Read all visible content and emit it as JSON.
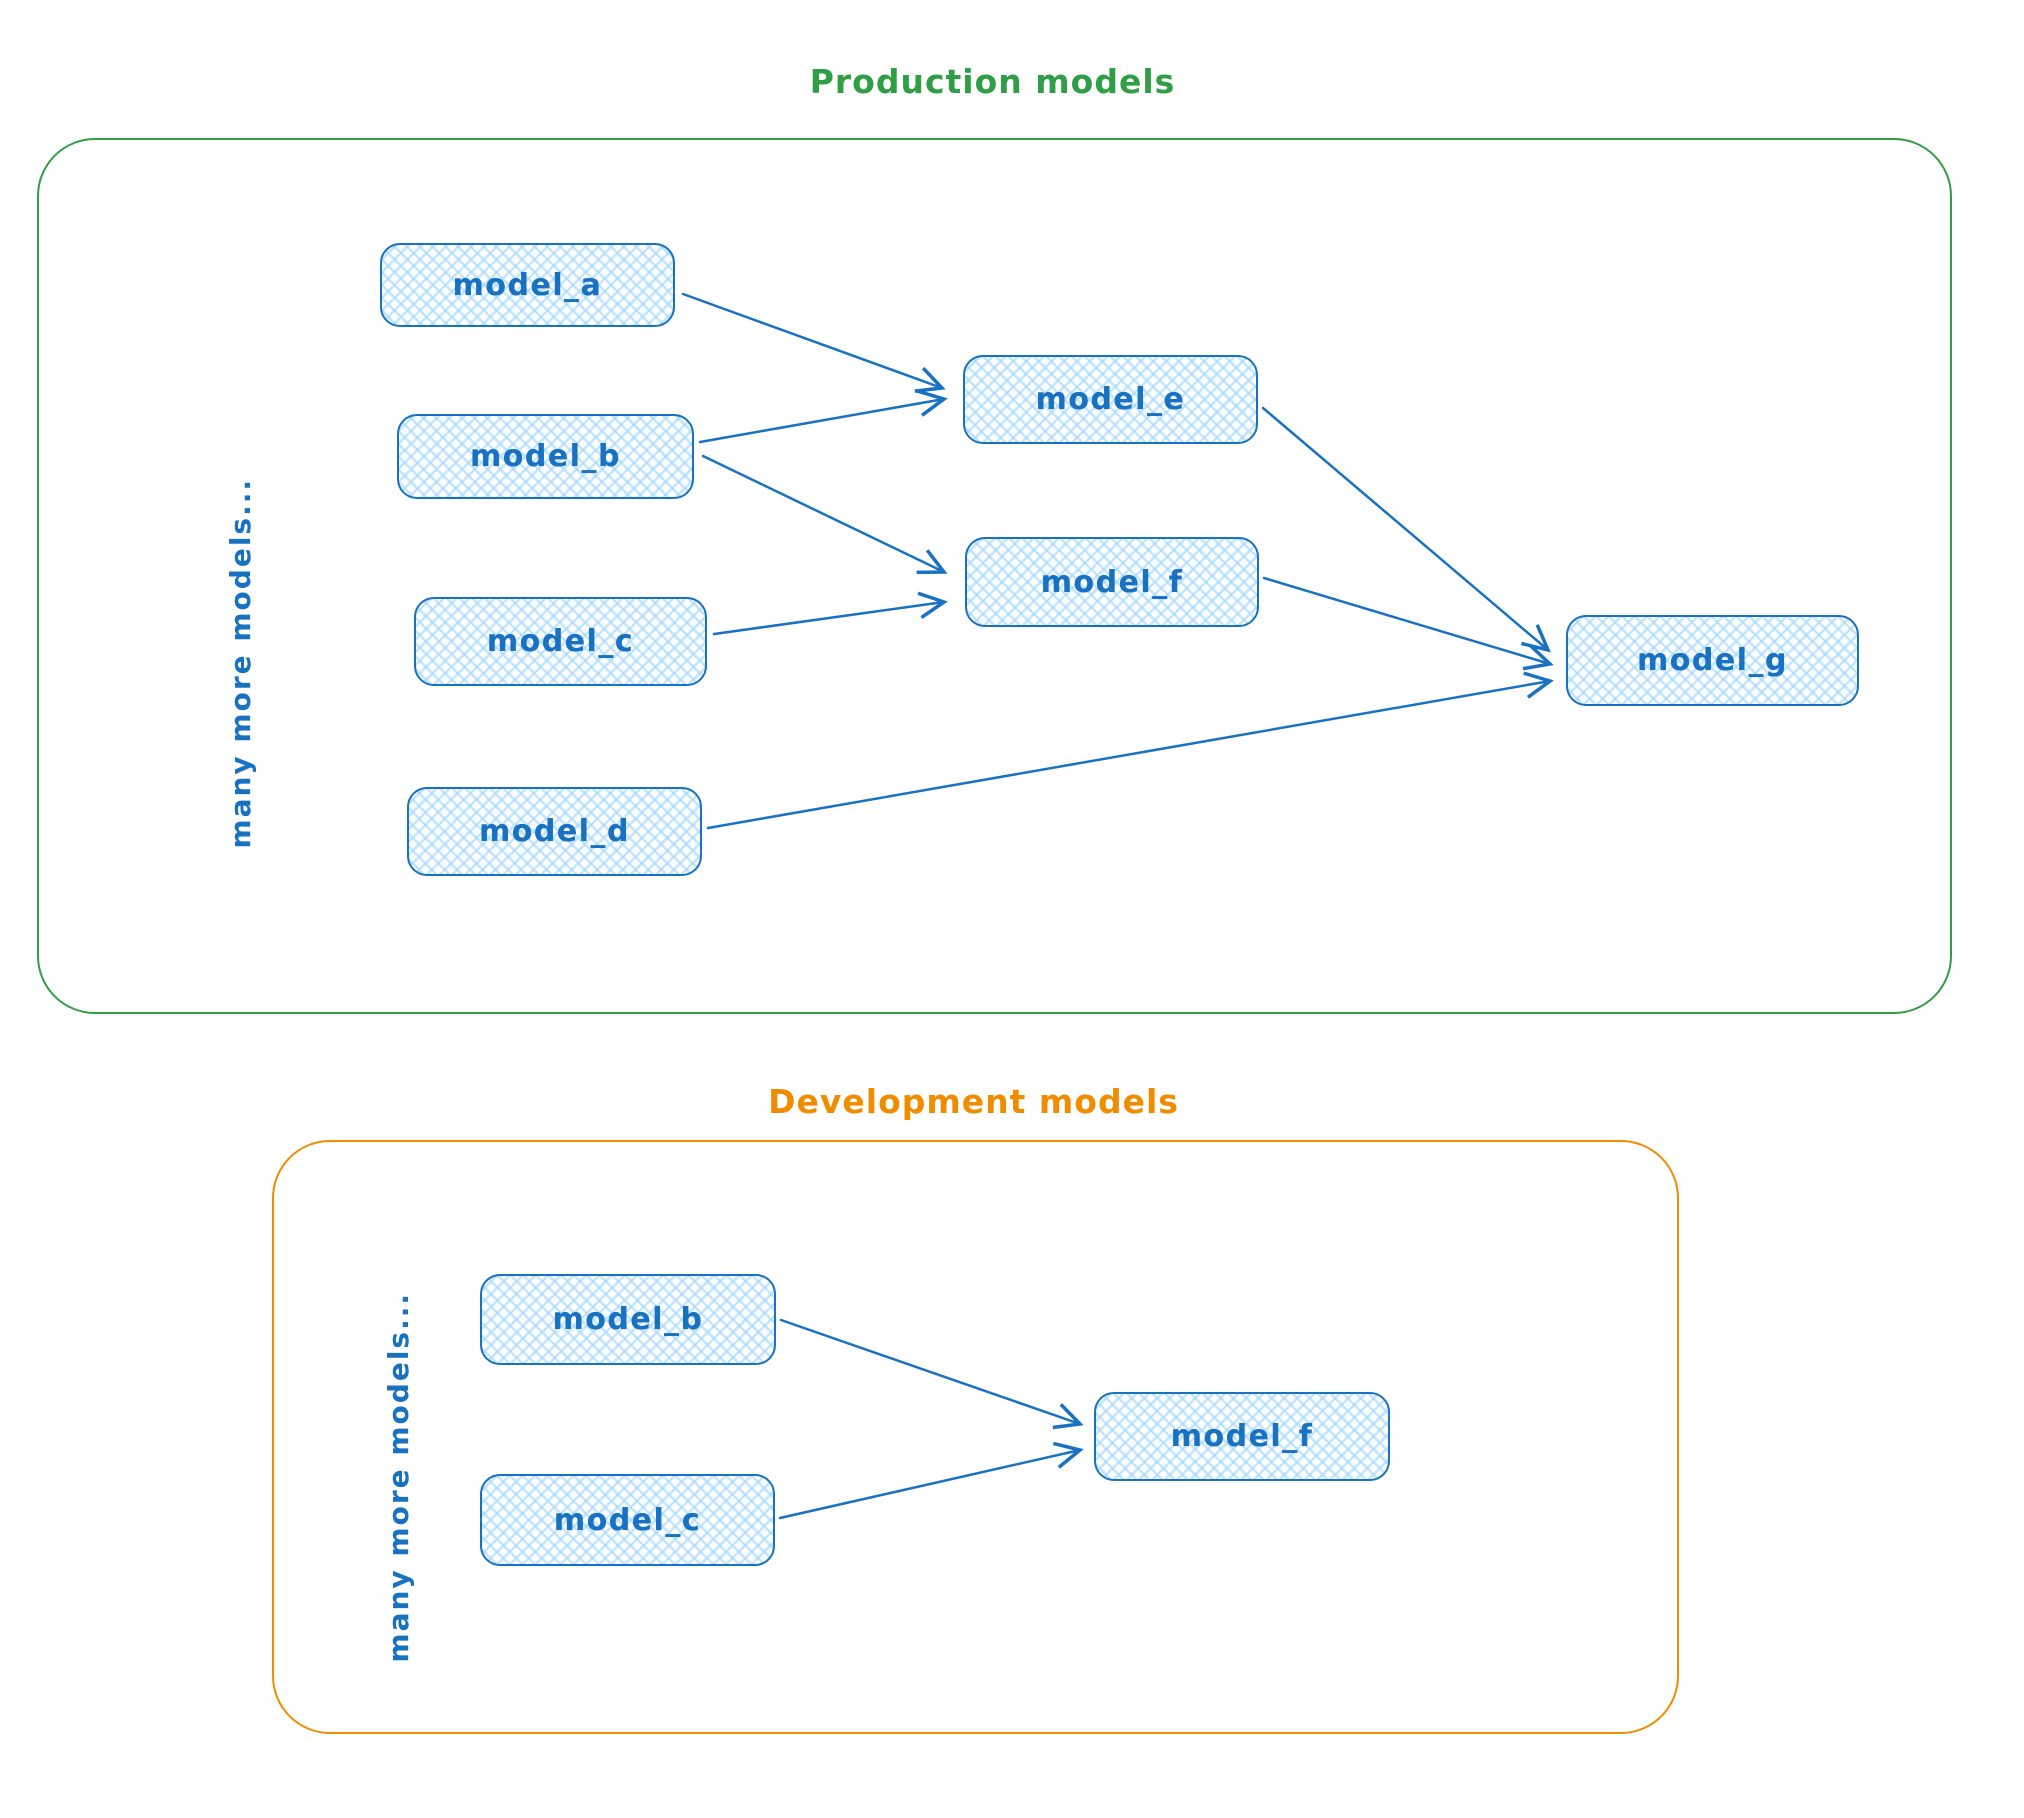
{
  "diagram": {
    "node_style": {
      "stroke_color": "#1971c2",
      "fill_color": "#a5d8ff",
      "fill_style": "cross-hatch"
    },
    "sections": [
      {
        "id": "production",
        "title": "Production models",
        "accent_color": "#2f9e44",
        "side_label": "many more models...",
        "nodes": [
          {
            "id": "model_a",
            "label": "model_a"
          },
          {
            "id": "model_b",
            "label": "model_b"
          },
          {
            "id": "model_c",
            "label": "model_c"
          },
          {
            "id": "model_d",
            "label": "model_d"
          },
          {
            "id": "model_e",
            "label": "model_e"
          },
          {
            "id": "model_f",
            "label": "model_f"
          },
          {
            "id": "model_g",
            "label": "model_g"
          }
        ],
        "edges": [
          {
            "from": "model_a",
            "to": "model_e"
          },
          {
            "from": "model_b",
            "to": "model_e"
          },
          {
            "from": "model_b",
            "to": "model_f"
          },
          {
            "from": "model_c",
            "to": "model_f"
          },
          {
            "from": "model_e",
            "to": "model_g"
          },
          {
            "from": "model_f",
            "to": "model_g"
          },
          {
            "from": "model_d",
            "to": "model_g"
          }
        ]
      },
      {
        "id": "development",
        "title": "Development models",
        "accent_color": "#f08c00",
        "side_label": "many more models...",
        "nodes": [
          {
            "id": "model_b",
            "label": "model_b"
          },
          {
            "id": "model_c",
            "label": "model_c"
          },
          {
            "id": "model_f",
            "label": "model_f"
          }
        ],
        "edges": [
          {
            "from": "model_b",
            "to": "model_f"
          },
          {
            "from": "model_c",
            "to": "model_f"
          }
        ]
      }
    ]
  }
}
